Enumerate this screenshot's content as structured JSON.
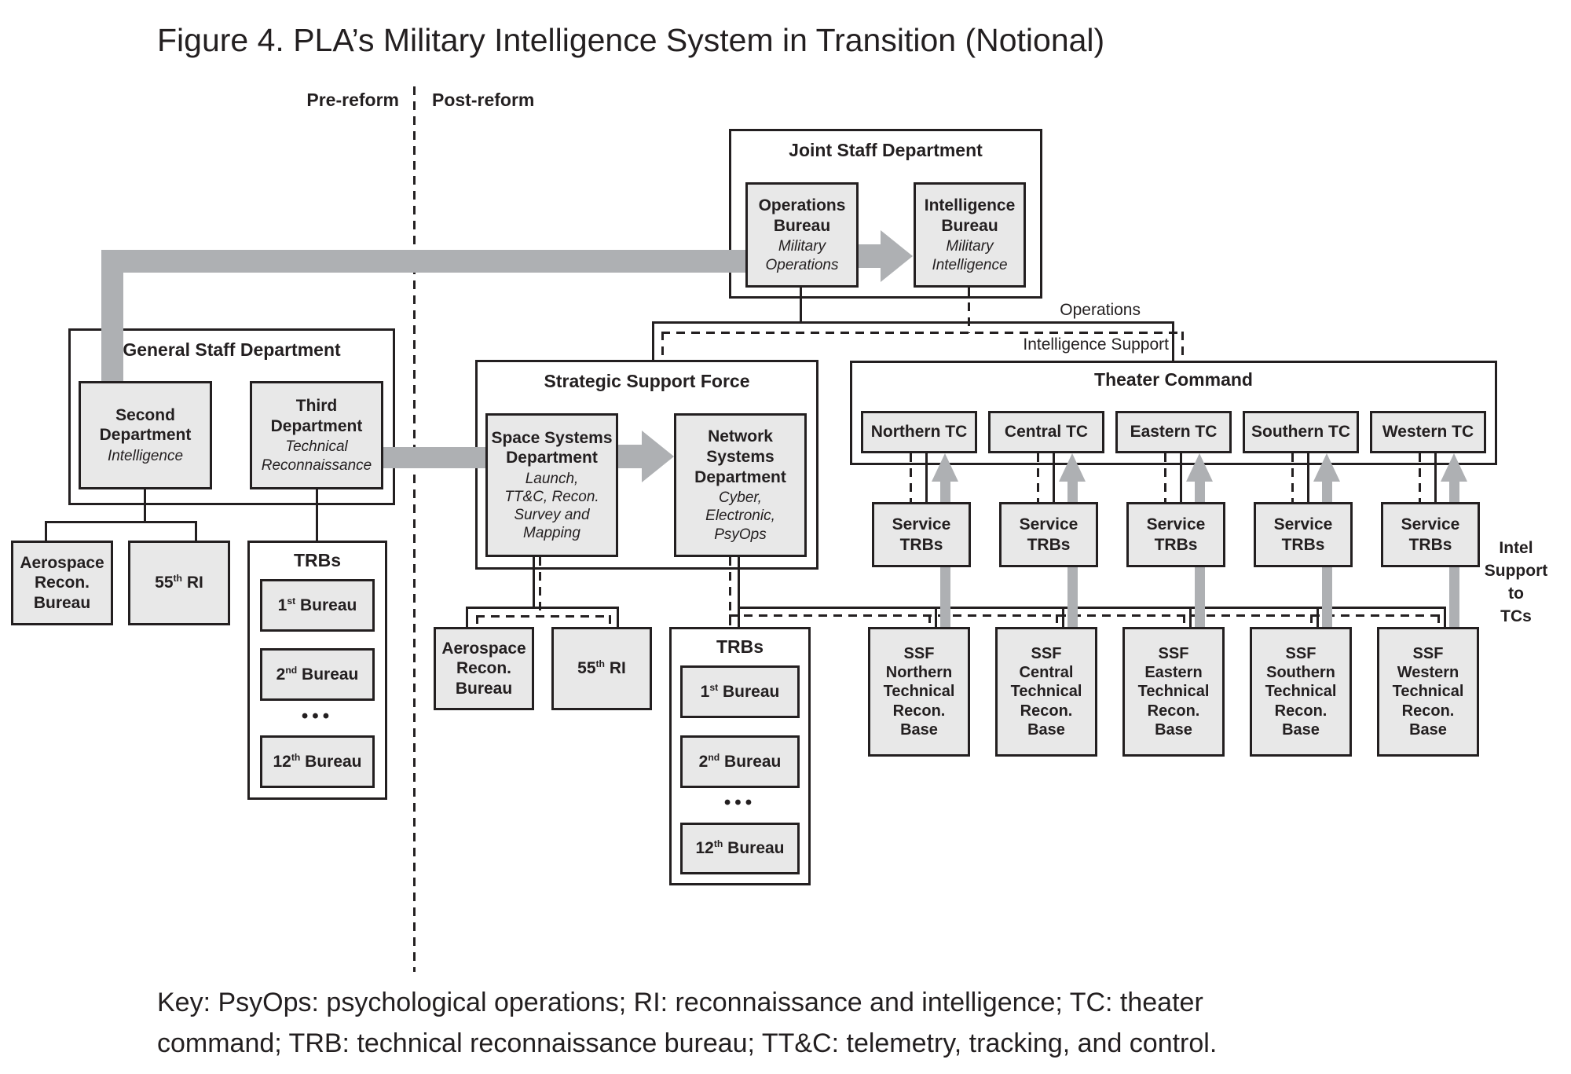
{
  "title": "Figure 4. PLA’s Military Intelligence System in Transition (Notional)",
  "divider": {
    "pre": "Pre-reform",
    "post": "Post-reform"
  },
  "jsd": {
    "label": "Joint Staff Department",
    "ops": {
      "title": "Operations Bureau",
      "subtitle": "Military Operations"
    },
    "intel": {
      "title": "Intelligence Bureau",
      "subtitle": "Military Intelligence"
    }
  },
  "gsd": {
    "label": "General Staff Department",
    "second": {
      "title": "Second Department",
      "subtitle": "Intelligence"
    },
    "third": {
      "title": "Third Department",
      "subtitle": "Technical Reconnaissance"
    }
  },
  "pre": {
    "aerospace": "Aerospace Recon. Bureau",
    "ri55": {
      "num": "55",
      "sup": "th",
      "rest": " RI"
    },
    "trbs": {
      "label": "TRBs",
      "ellipsis": "•••",
      "b1": {
        "num": "1",
        "sup": "st",
        "rest": " Bureau"
      },
      "b2": {
        "num": "2",
        "sup": "nd",
        "rest": " Bureau"
      },
      "b12": {
        "num": "12",
        "sup": "th",
        "rest": " Bureau"
      }
    }
  },
  "ssf": {
    "label": "Strategic Support Force",
    "space": {
      "title": "Space Systems Department",
      "subtitle": "Launch, TT&C, Recon. Survey and Mapping"
    },
    "network": {
      "title": "Network Systems Department",
      "subtitle": "Cyber, Electronic, PsyOps"
    }
  },
  "post": {
    "aerospace": "Aerospace Recon. Bureau",
    "ri55": {
      "num": "55",
      "sup": "th",
      "rest": " RI"
    },
    "trbs": {
      "label": "TRBs",
      "ellipsis": "•••",
      "b1": {
        "num": "1",
        "sup": "st",
        "rest": " Bureau"
      },
      "b2": {
        "num": "2",
        "sup": "nd",
        "rest": " Bureau"
      },
      "b12": {
        "num": "12",
        "sup": "th",
        "rest": " Bureau"
      }
    }
  },
  "flows": {
    "operations": "Operations",
    "intelligence_support": "Intelligence Support"
  },
  "tc": {
    "label": "Theater Command",
    "units": [
      "Northern TC",
      "Central TC",
      "Eastern TC",
      "Southern TC",
      "Western TC"
    ]
  },
  "service_trbs": {
    "label": "Service TRBs"
  },
  "bases": [
    {
      "l1": "SSF",
      "l2": "Northern",
      "l3": "Technical",
      "l4": "Recon.",
      "l5": "Base"
    },
    {
      "l1": "SSF",
      "l2": "Central",
      "l3": "Technical",
      "l4": "Recon.",
      "l5": "Base"
    },
    {
      "l1": "SSF",
      "l2": "Eastern",
      "l3": "Technical",
      "l4": "Recon.",
      "l5": "Base"
    },
    {
      "l1": "SSF",
      "l2": "Southern",
      "l3": "Technical",
      "l4": "Recon.",
      "l5": "Base"
    },
    {
      "l1": "SSF",
      "l2": "Western",
      "l3": "Technical",
      "l4": "Recon.",
      "l5": "Base"
    }
  ],
  "intel_note": {
    "l1": "Intel",
    "l2": "Support",
    "l3": "to",
    "l4": "TCs"
  },
  "key": {
    "line1": "Key: PsyOps: psychological operations; RI: reconnaissance and intelligence; TC: theater",
    "line2": "command; TRB: technical reconnaissance bureau; TT&C: telemetry, tracking, and control."
  }
}
